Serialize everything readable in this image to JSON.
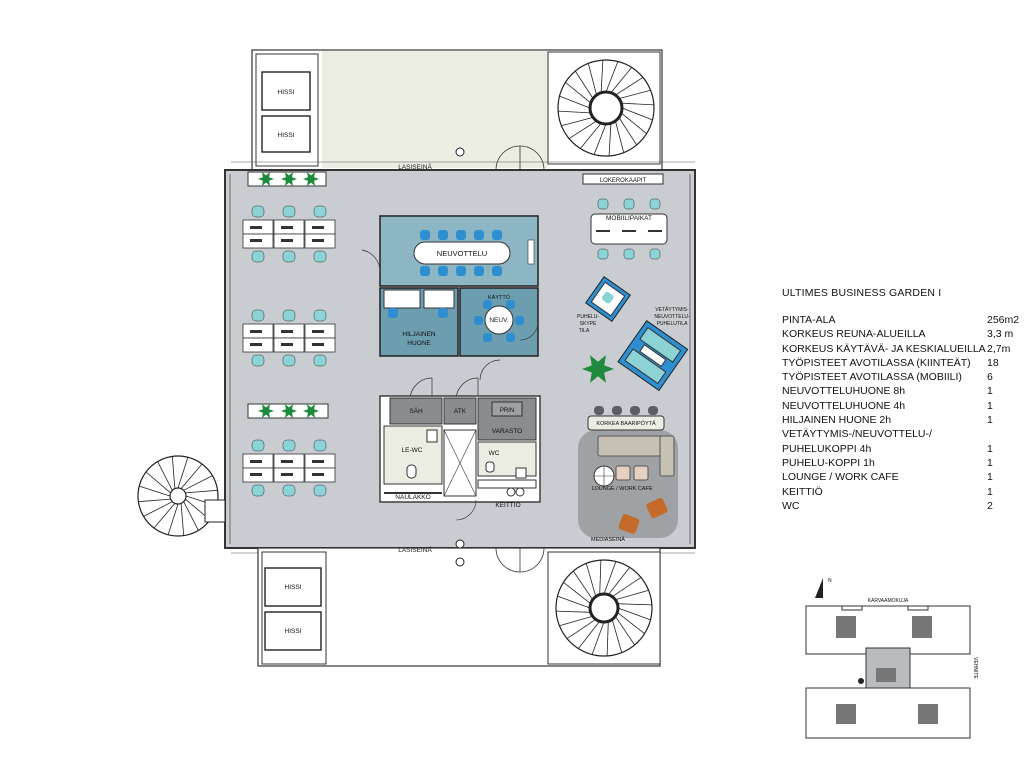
{
  "plan": {
    "rooms": {
      "hissi": "HISSI",
      "lasiseina": "LASISEINÄ",
      "lokerokaapit": "LOKEROKAAPIT",
      "mobiilipaikat": "MOBIILIPAIKAT",
      "neuvottelu": "NEUVOTTELU",
      "kaytto": "KÄYTTÖ",
      "neuv": "NEUV.",
      "hiljainen": [
        "HILJAINEN",
        "HUONE"
      ],
      "puhelu_skype": [
        "PUHELU-",
        "SKYPE",
        "TILA"
      ],
      "vetaytymis": [
        "VETÄYTYMIS-",
        "NEUVOTTELU-",
        "PUHELUTILA"
      ],
      "sah": "SÄH",
      "atk": "ATK",
      "prin": "PRIN",
      "varasto": "VARASTO",
      "lewc": "LE-WC",
      "wc": "WC",
      "naulakko": "NAULAKKO",
      "keittio": "KEITTIÖ",
      "korkea_baaripoyta": "KORKEA BAARIPÖYTÄ",
      "lounge": "LOUNGE / WORK CAFE",
      "mediaseina": "MEDIASEINÄ"
    },
    "keymap": {
      "karvaamokuja": "KARVAAMOKUJA",
      "vehnite": "VEHNITE"
    }
  },
  "info": {
    "title": "ULTIMES BUSINESS GARDEN I",
    "rows": [
      {
        "label": "PINTA-ALA",
        "value": "256m2"
      },
      {
        "label": "KORKEUS REUNA-ALUEILLA",
        "value": "3,3 m"
      },
      {
        "label": "KORKEUS KÄYTÄVÄ- JA KESKIALUEILLA",
        "value": "2,7m"
      },
      {
        "label": "TYÖPISTEET AVOTILASSA (KIINTEÄT)",
        "value": "18"
      },
      {
        "label": "TYÖPISTEET AVOTILASSA (MOBIILI)",
        "value": "6"
      },
      {
        "label": "NEUVOTTELUHUONE 8h",
        "value": "1"
      },
      {
        "label": "NEUVOTTELUHUONE 4h",
        "value": "1"
      },
      {
        "label": "HILJAINEN HUONE 2h",
        "value": "1"
      },
      {
        "label": "VETÄYTYMIS-/NEUVOTTELU-/",
        "value": ""
      },
      {
        "label": "PUHELUKOPPI 4h",
        "value": "1"
      },
      {
        "label": "PUHELU-KOPPI 1h",
        "value": "1"
      },
      {
        "label": "LOUNGE / WORK CAFE",
        "value": "1"
      },
      {
        "label": "KEITTIÖ",
        "value": "1"
      },
      {
        "label": "WC",
        "value": "2"
      }
    ]
  },
  "colors": {
    "floor": "#c9cdd1",
    "wall": "#5b5f63",
    "meeting": "#8db6c4",
    "meeting_dark": "#6c9eb0",
    "chair_teal": "#8cd3d6",
    "chair_blue": "#2e8fd0",
    "terrace": "#ecede2",
    "room_gray": "#8a8d90",
    "lounge": "#9fa2a5",
    "plant": "#1f8a3b"
  }
}
